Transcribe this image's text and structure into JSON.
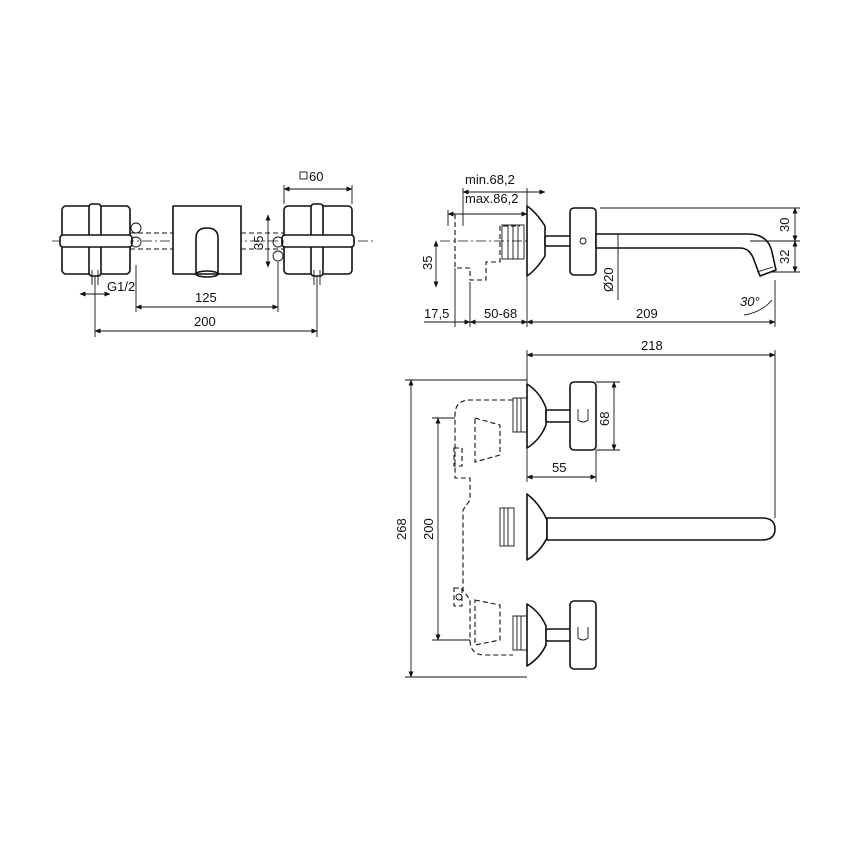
{
  "front_view": {
    "square_60": "60",
    "thread": "G1/2",
    "dim_35": "35",
    "dim_125": "125",
    "dim_200": "200"
  },
  "side_view": {
    "min": "min.68,2",
    "max": "max.86,2",
    "dim_35": "35",
    "dim_17_5": "17,5",
    "dim_50_68": "50-68",
    "dim_209": "209",
    "dim_30": "30",
    "dim_32": "32",
    "dia_20": "Ø20",
    "angle": "30°"
  },
  "top_view": {
    "dim_218": "218",
    "dim_68": "68",
    "dim_55": "55",
    "dim_268": "268",
    "dim_200": "200"
  }
}
